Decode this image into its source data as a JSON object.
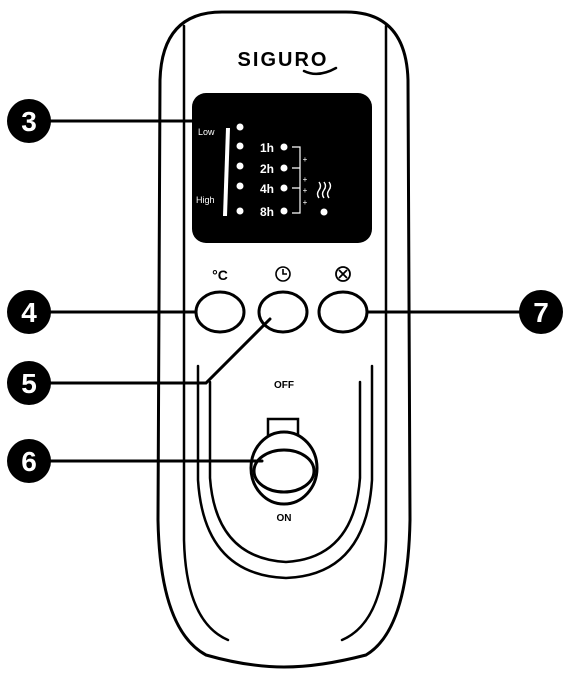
{
  "brand": {
    "logo_text": "SIGURO"
  },
  "display": {
    "level_low_label": "Low",
    "level_high_label": "High",
    "timer_labels": [
      "1h",
      "2h",
      "4h",
      "8h"
    ],
    "plus_marks": [
      "+",
      "+",
      "+",
      "+"
    ],
    "heat_icon": "heat-waves-icon",
    "screen_color": "#000000",
    "text_color": "#ffffff"
  },
  "buttons": {
    "temperature_label": "°C",
    "timer_icon": "clock-icon",
    "cancel_icon": "close-circle-icon"
  },
  "switch": {
    "off_label": "OFF",
    "on_label": "ON"
  },
  "callouts": {
    "display": "3",
    "temperature_button": "4",
    "timer_button": "5",
    "power_switch": "6",
    "cancel_button": "7"
  }
}
